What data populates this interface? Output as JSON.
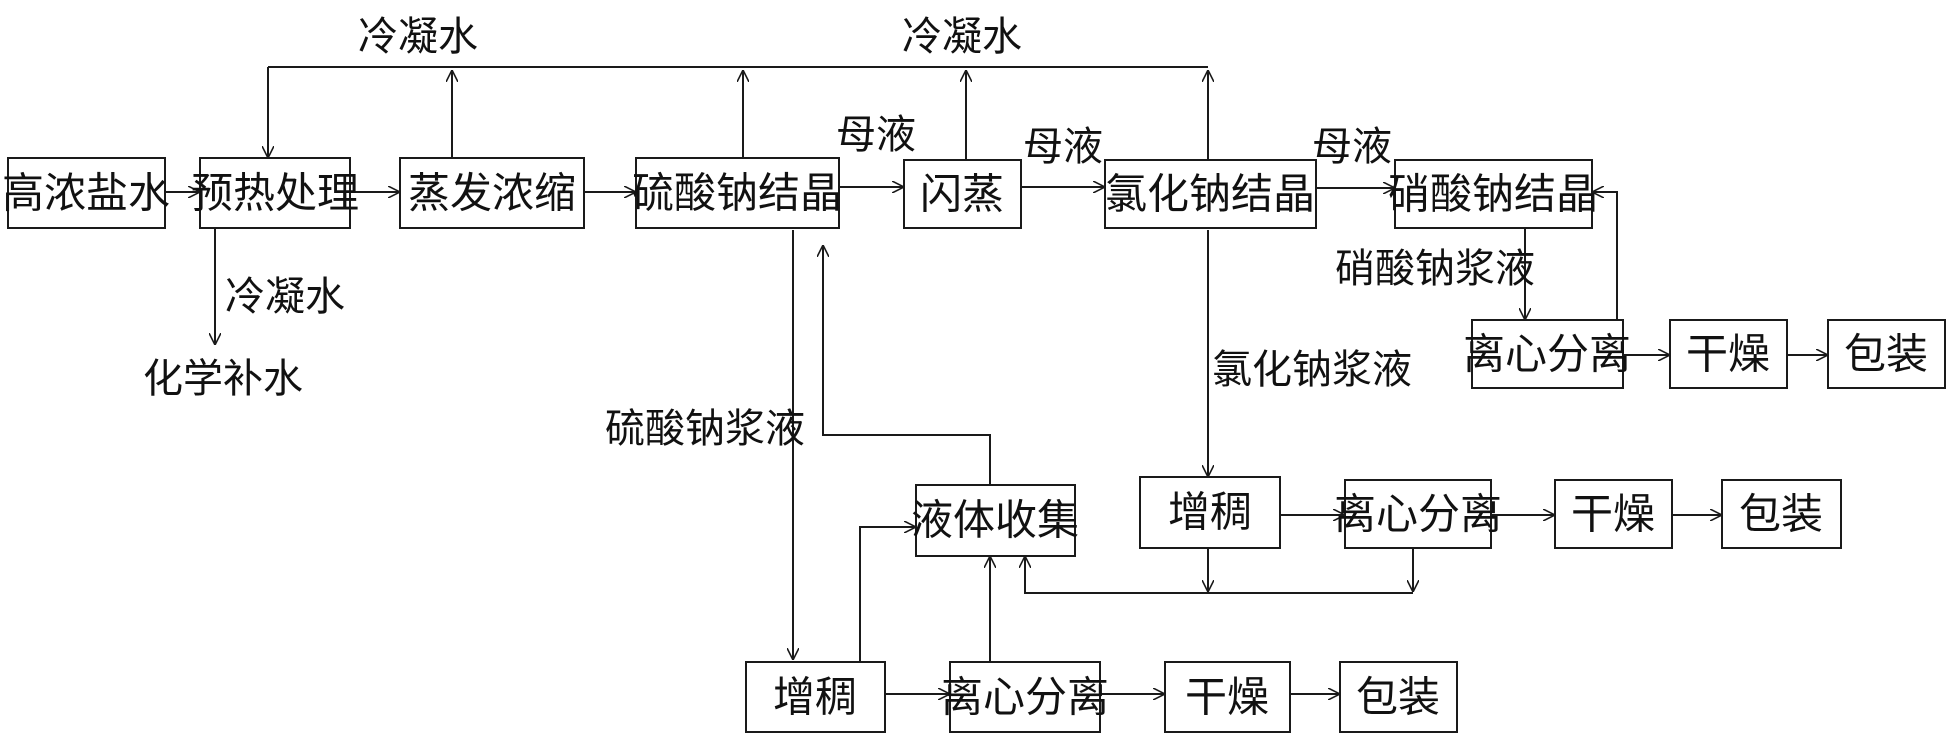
{
  "boxes": {
    "high_salt_water": "高浓盐水",
    "preheat": "预热处理",
    "evaporation": "蒸发浓缩",
    "sodium_sulfate_crystal": "硫酸钠结晶",
    "flash": "闪蒸",
    "sodium_chloride_crystal": "氯化钠结晶",
    "sodium_nitrate_crystal": "硝酸钠结晶",
    "nitrate_centrifuge": "离心分离",
    "nitrate_dry": "干燥",
    "nitrate_pack": "包装",
    "liquid_collect": "液体收集",
    "chloride_thicken": "增稠",
    "chloride_centrifuge": "离心分离",
    "chloride_dry": "干燥",
    "chloride_pack": "包装",
    "sulfate_thicken": "增稠",
    "sulfate_centrifuge": "离心分离",
    "sulfate_dry": "干燥",
    "sulfate_pack": "包装"
  },
  "labels": {
    "condensate_top_left": "冷凝水",
    "condensate_top_right": "冷凝水",
    "condensate_down": "冷凝水",
    "chemical_makeup": "化学补水",
    "mother_liquor_1": "母液",
    "mother_liquor_2": "母液",
    "mother_liquor_3": "母液",
    "sodium_nitrate_slurry": "硝酸钠浆液",
    "sodium_chloride_slurry": "氯化钠浆液",
    "sodium_sulfate_slurry": "硫酸钠浆液"
  },
  "colors": {
    "ink": "#111111",
    "background": "#ffffff"
  }
}
